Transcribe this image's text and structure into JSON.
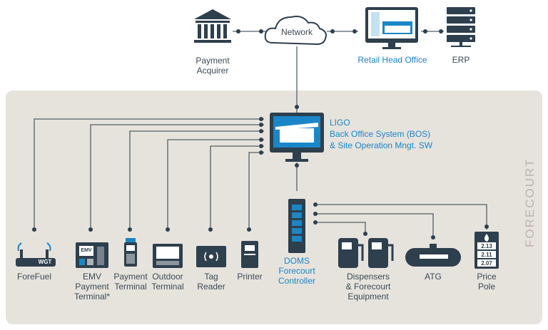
{
  "top": {
    "payment_acquirer": "Payment\nAcquirer",
    "network": "Network",
    "retail_head_office": "Retail Head Office",
    "erp": "ERP"
  },
  "bos": {
    "title": "LIGO",
    "line1": "Back Office System (BOS)",
    "line2": "& Site Operation Mngt. SW"
  },
  "forecourt_label": "FORECOURT",
  "devices": {
    "forefuel": "ForeFuel",
    "forefuel_badge": "WGT",
    "emv": "EMV\nPayment\nTerminal*",
    "emv_badge": "EMV",
    "payment_terminal": "Payment\nTerminal",
    "outdoor_terminal": "Outdoor\nTerminal",
    "tag_reader": "Tag\nReader",
    "printer": "Printer",
    "doms": "DOMS\nForecourt\nController",
    "dispensers": "Dispensers\n& Forecourt\nEquipment",
    "atg": "ATG",
    "price_pole": "Price\nPole"
  },
  "price_values": [
    "2.13",
    "2.11",
    "2.07"
  ],
  "colors": {
    "panel": "#e6e3dd",
    "icon": "#2e3f4d",
    "accent": "#1a86c8",
    "line": "#555f66"
  }
}
